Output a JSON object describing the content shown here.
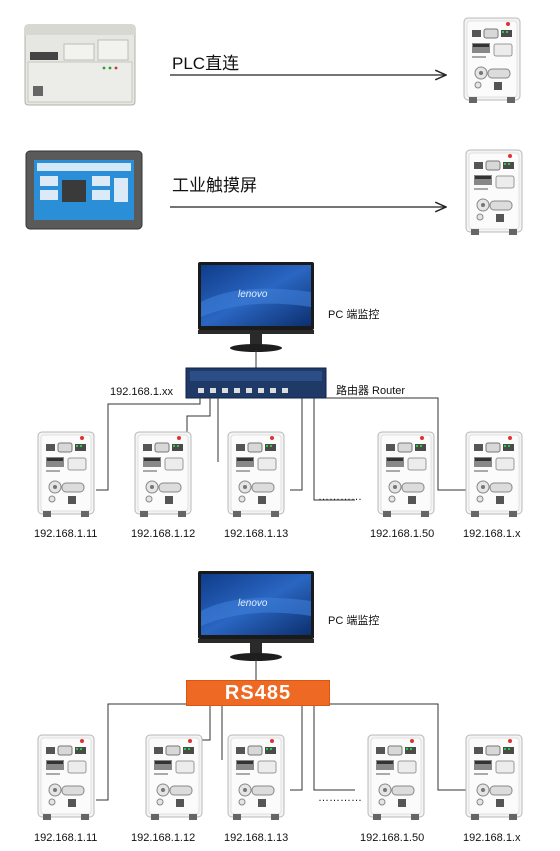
{
  "links": {
    "plc": "PLC直连",
    "hmi": "工业触摸屏"
  },
  "network1": {
    "pc_label": "PC 端监控",
    "router_label": "路由器 Router",
    "router_ip": "192.168.1.xx",
    "ellipsis": "…………",
    "devices": [
      "192.168.1.11",
      "192.168.1.12",
      "192.168.1.13",
      "192.168.1.50",
      "192.168.1.x"
    ]
  },
  "network2": {
    "pc_label": "PC 端监控",
    "bus_label": "RS485",
    "ellipsis": "…………",
    "devices": [
      "192.168.1.11",
      "192.168.1.12",
      "192.168.1.13",
      "192.168.1.50",
      "192.168.1.x"
    ]
  },
  "monitor": {
    "brand": "lenovo"
  },
  "colors": {
    "rs485": "#ee6a24",
    "screen": "#1b4fa0",
    "line": "#333333",
    "hmi_screen": "#2b8fd8"
  }
}
